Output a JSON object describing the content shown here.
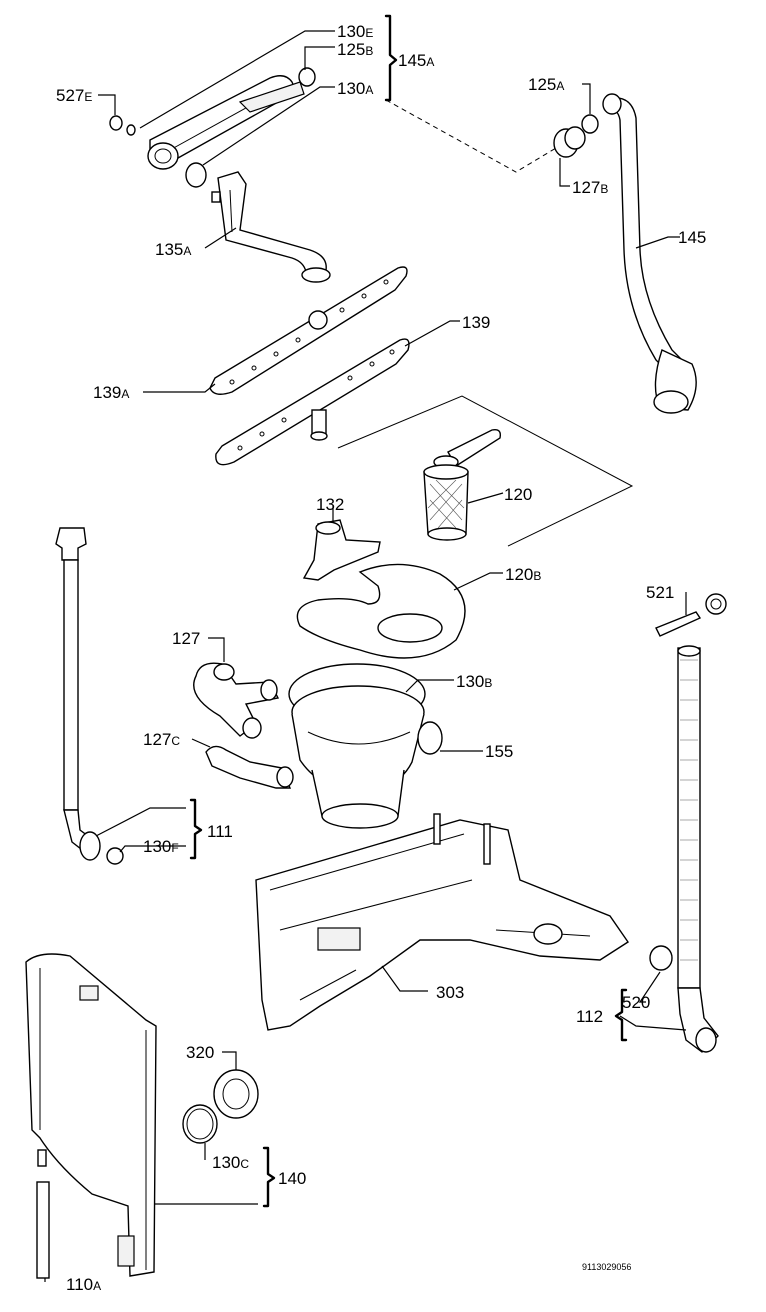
{
  "labels": {
    "l130E": {
      "main": "130",
      "sub": "E"
    },
    "l125B": {
      "main": "125",
      "sub": "B"
    },
    "l145A": {
      "main": "145",
      "sub": "A"
    },
    "l130A": {
      "main": "130",
      "sub": "A"
    },
    "l527E": {
      "main": "527",
      "sub": "E"
    },
    "l125A": {
      "main": "125",
      "sub": "A"
    },
    "l127B": {
      "main": "127",
      "sub": "B"
    },
    "l145": {
      "main": "145",
      "sub": ""
    },
    "l135A": {
      "main": "135",
      "sub": "A"
    },
    "l139": {
      "main": "139",
      "sub": ""
    },
    "l139A": {
      "main": "139",
      "sub": "A"
    },
    "l120": {
      "main": "120",
      "sub": ""
    },
    "l132": {
      "main": "132",
      "sub": ""
    },
    "l120B": {
      "main": "120",
      "sub": "B"
    },
    "l521": {
      "main": "521",
      "sub": ""
    },
    "l127": {
      "main": "127",
      "sub": ""
    },
    "l130B": {
      "main": "130",
      "sub": "B"
    },
    "l127C": {
      "main": "127",
      "sub": "C"
    },
    "l155": {
      "main": "155",
      "sub": ""
    },
    "l111": {
      "main": "111",
      "sub": ""
    },
    "l130F": {
      "main": "130",
      "sub": "F"
    },
    "l303": {
      "main": "303",
      "sub": ""
    },
    "l112": {
      "main": "112",
      "sub": ""
    },
    "l520": {
      "main": "520",
      "sub": ""
    },
    "l320": {
      "main": "320",
      "sub": ""
    },
    "l130C": {
      "main": "130",
      "sub": "C"
    },
    "l140": {
      "main": "140",
      "sub": ""
    },
    "l110A": {
      "main": "110",
      "sub": "A"
    }
  },
  "document_number": "9113029056"
}
